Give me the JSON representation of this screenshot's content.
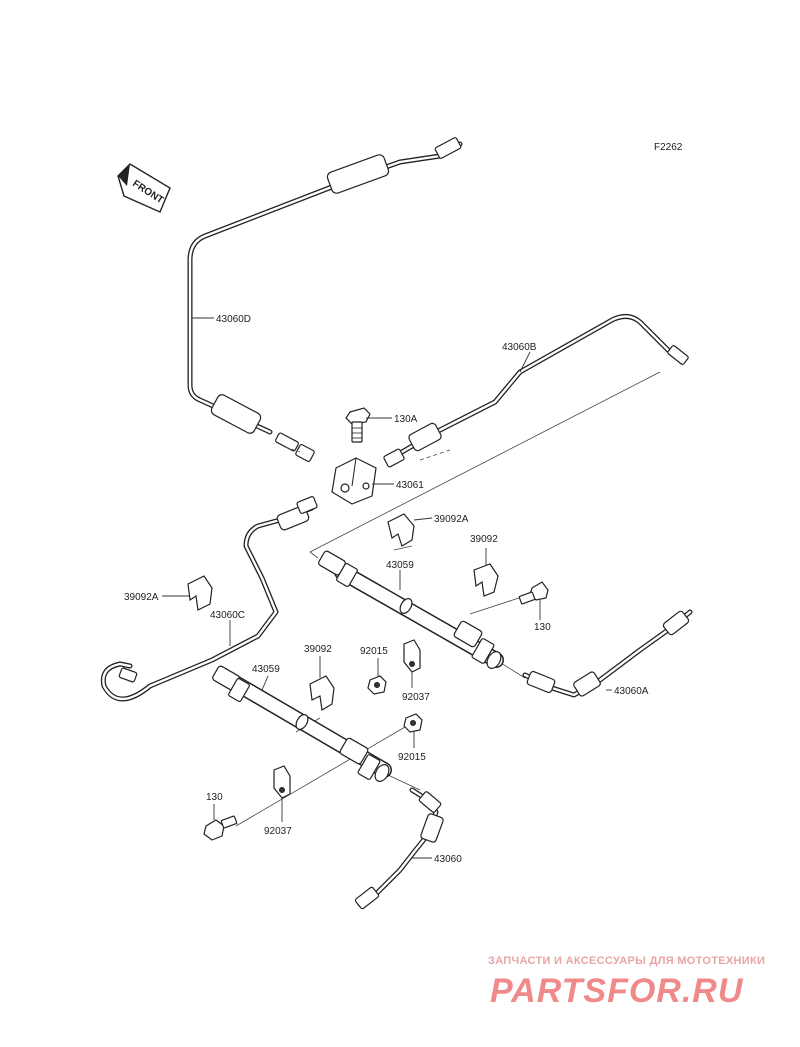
{
  "figure_code": "F2262",
  "direction_label": "FRONT",
  "callouts": {
    "c43060D": "43060D",
    "c43060B": "43060B",
    "c130A": "130A",
    "c43061": "43061",
    "c39092A_top": "39092A",
    "c39092_top": "39092",
    "c43059_top": "43059",
    "c39092A_left": "39092A",
    "c43060C": "43060C",
    "c130_right": "130",
    "c39092_mid": "39092",
    "c92015_top": "92015",
    "c43059_bottom": "43059",
    "c92037_right": "92037",
    "c43060A": "43060A",
    "c92015_bottom": "92015",
    "c130_left": "130",
    "c92037_left": "92037",
    "c43060": "43060"
  },
  "watermark": {
    "tagline": "ЗАПЧАСТИ И АКСЕССУАРЫ ДЛЯ МОТОТЕХНИКИ",
    "logo": "PARTSFOR.RU"
  }
}
